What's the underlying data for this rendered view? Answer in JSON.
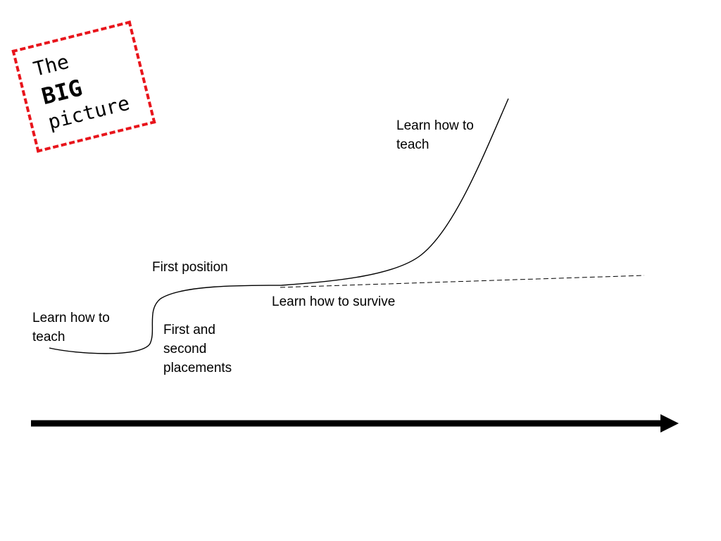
{
  "stamp": {
    "lines": [
      "The",
      "BIG",
      "picture"
    ],
    "border_color": "#e8141b"
  },
  "labels": {
    "learn_teach_left": [
      "Learn how to",
      "teach"
    ],
    "first_second_placements": [
      "First and",
      "second",
      "placements"
    ],
    "first_position": "First position",
    "learn_survive": "Learn how to survive",
    "learn_teach_right": [
      "Learn how to",
      "teach"
    ]
  },
  "colors": {
    "line": "#000000",
    "background": "#ffffff"
  }
}
